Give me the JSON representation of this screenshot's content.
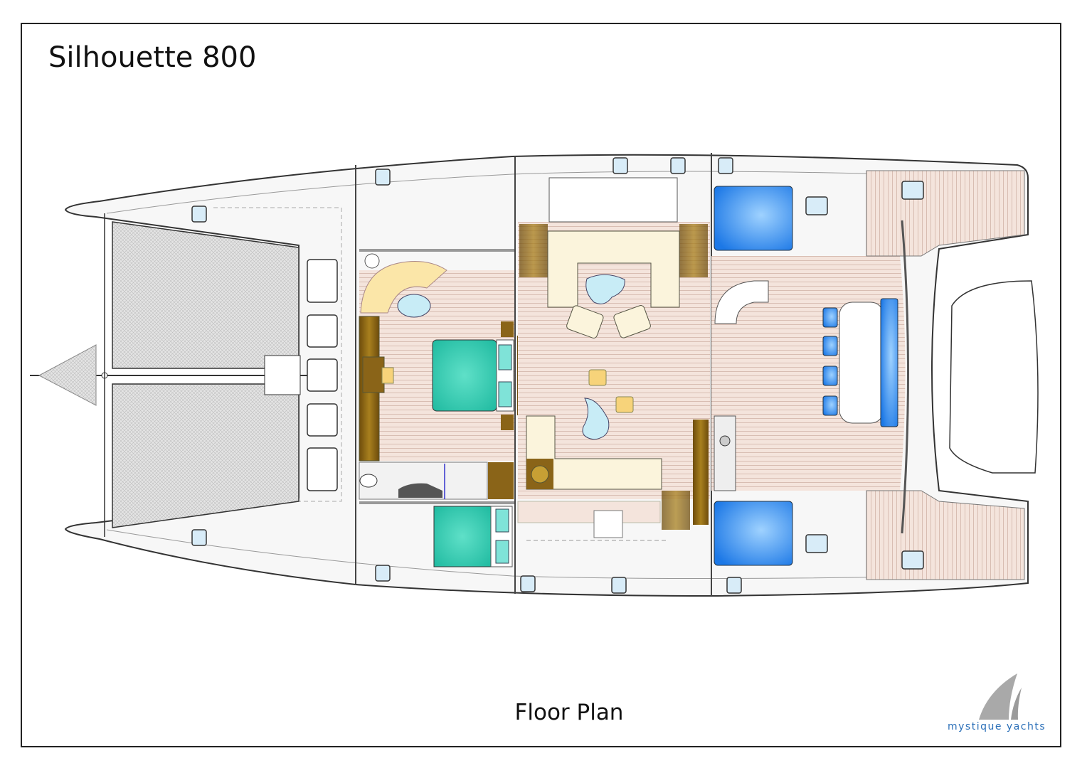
{
  "title": "Silhouette 800",
  "caption": "Floor Plan",
  "logo": {
    "text": "mystique yachts"
  },
  "colors": {
    "floor": "#f4e4dc",
    "wood": "#8a6418",
    "bed": "#2fc9b0",
    "seat": "#1e7fe8",
    "sofa": "#fbf4dc",
    "table": "#c8ecf6",
    "hull_line": "#333333",
    "logo_blue": "#2a6fb8"
  }
}
